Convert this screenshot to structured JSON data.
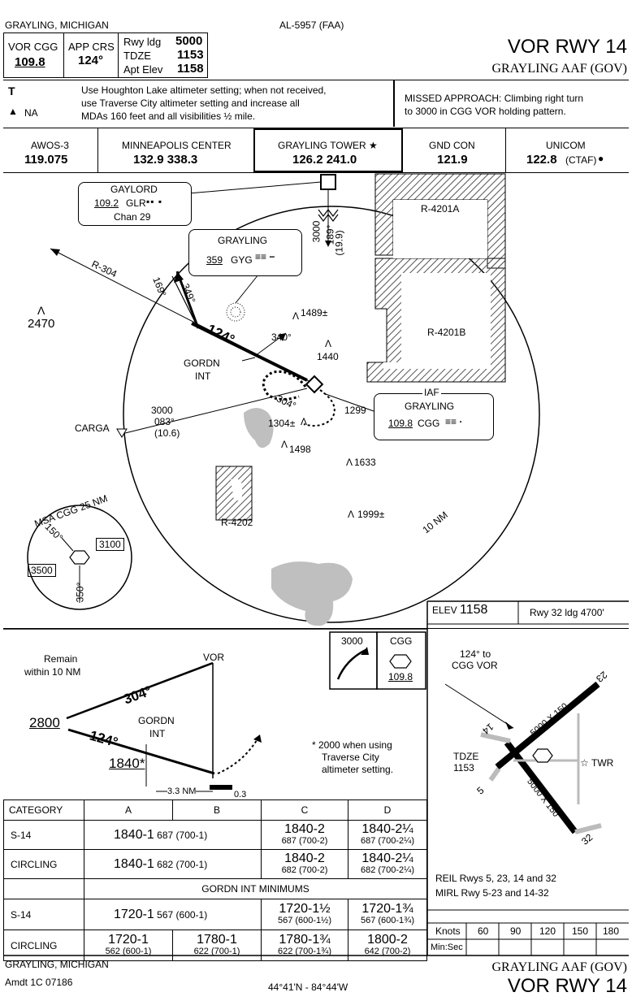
{
  "header": {
    "location_top": "GRAYLING, MICHIGAN",
    "chart_id": "AL-5957 (FAA)",
    "title": "VOR RWY 14",
    "airport": "GRAYLING AAF (GOV)",
    "vor_label": "VOR CGG",
    "vor_freq": "109.8",
    "app_crs_label": "APP CRS",
    "app_crs": "124°",
    "rwy_ldg_label": "Rwy ldg",
    "rwy_ldg": "5000",
    "tdze_label": "TDZE",
    "tdze": "1153",
    "apt_elev_label": "Apt Elev",
    "apt_elev": "1158"
  },
  "notes": {
    "takeoff_symbol": "T",
    "alt_symbol_na": "NA",
    "altimeter_note_1": "Use Houghton Lake altimeter setting; when not received,",
    "altimeter_note_2": "use Traverse City altimeter setting and increase all",
    "altimeter_note_3": "MDAs 160 feet and all visibilities ½ mile.",
    "missed_1": "MISSED APPROACH: Climbing right turn",
    "missed_2": "to 3000 in CGG VOR holding pattern."
  },
  "comms": [
    {
      "name": "AWOS-3",
      "freq": "119.075"
    },
    {
      "name": "MINNEAPOLIS CENTER",
      "freq": "132.9  338.3"
    },
    {
      "name": "GRAYLING TOWER ★",
      "freq": "126.2  241.0"
    },
    {
      "name": "GND CON",
      "freq": "121.9"
    },
    {
      "name": "UNICOM",
      "freq": "122.8",
      "extra": "(CTAF)"
    }
  ],
  "planview": {
    "gaylord_name": "GAYLORD",
    "gaylord_freq": "109.2",
    "gaylord_id": "GLR",
    "gaylord_chan": "Chan 29",
    "grayling_ndb_name": "GRAYLING",
    "grayling_ndb_freq": "359",
    "grayling_ndb_id": "GYG",
    "r304": "R-304",
    "crs_169": "169°",
    "crs_349": "349°",
    "crs_124": "124°",
    "crs_340": "340°",
    "crs_304": "304°",
    "hold_alt": "3000",
    "hold_crs": "189°",
    "hold_dist": "(19.9)",
    "gordn": "GORDN",
    "int": "INT",
    "carga": "CARGA",
    "carga_alt": "3000",
    "carga_crs": "083°",
    "carga_dist": "(10.6)",
    "obst_2470": "2470",
    "obst_1489": "1489±",
    "obst_1440": "1440",
    "obst_1304": "1304±",
    "obst_1299": "1299",
    "obst_1498": "1498",
    "obst_1633": "1633",
    "obst_1999": "1999±",
    "r4201a": "R-4201A",
    "r4201b": "R-4201B",
    "r4202": "R-4202",
    "ten_nm": "10 NM",
    "iaf": "IAF",
    "iaf_name": "GRAYLING",
    "iaf_freq": "109.8",
    "iaf_id": "CGG",
    "msa_title": "MSA CGG 25 NM",
    "msa_150": "150°",
    "msa_350": "350°",
    "msa_3100": "3100",
    "msa_3500": "3500"
  },
  "profile": {
    "remain_1": "Remain",
    "remain_2": "within 10 NM",
    "vor": "VOR",
    "crs_304": "304°",
    "alt_2800": "2800",
    "gordn": "GORDN",
    "int": "INT",
    "crs_124": "124°",
    "alt_1840": "1840*",
    "note_1": "* 2000 when using",
    "note_2": "Traverse City",
    "note_3": "altimeter setting.",
    "dist_33": "3.3 NM",
    "dist_03": "0.3",
    "ma_alt": "3000",
    "ma_fix": "CGG",
    "ma_freq": "109.8"
  },
  "minimums": {
    "headers": [
      "CATEGORY",
      "A",
      "B",
      "C",
      "D"
    ],
    "s14_label": "S-14",
    "s14_ab_main": "1840-1",
    "s14_ab_sub": "687 (700-1)",
    "s14_c_main": "1840-2",
    "s14_c_sub": "687 (700-2)",
    "s14_d_main": "1840-2¼",
    "s14_d_sub": "687 (700-2¼)",
    "circ_label": "CIRCLING",
    "circ_ab_main": "1840-1",
    "circ_ab_sub": "682 (700-1)",
    "circ_c_main": "1840-2",
    "circ_c_sub": "682 (700-2)",
    "circ_d_main": "1840-2¼",
    "circ_d_sub": "682 (700-2¼)",
    "gordn_header": "GORDN INT MINIMUMS",
    "g_s14_label": "S-14",
    "g_s14_ab_main": "1720-1",
    "g_s14_ab_sub": "567 (600-1)",
    "g_s14_c_main": "1720-1½",
    "g_s14_c_sub": "567 (600-1½)",
    "g_s14_d_main": "1720-1¾",
    "g_s14_d_sub": "567 (600-1¾)",
    "g_circ_label": "CIRCLING",
    "g_circ_a_main": "1720-1",
    "g_circ_a_sub": "562 (600-1)",
    "g_circ_b_main": "1780-1",
    "g_circ_b_sub": "622 (700-1)",
    "g_circ_c_main": "1780-1¾",
    "g_circ_c_sub": "622 (700-1¾)",
    "g_circ_d_main": "1800-2",
    "g_circ_d_sub": "642 (700-2)"
  },
  "airport": {
    "elev_label": "ELEV",
    "elev": "1158",
    "rwy_ldg": "Rwy 32 ldg 4700'",
    "crs_note_1": "124° to",
    "crs_note_2": "CGG VOR",
    "tdze_label": "TDZE",
    "tdze": "1153",
    "twr": "TWR",
    "rwy_5000_1": "5000 X 150",
    "rwy_5000_2": "5000 X 150",
    "rwy_14": "14",
    "rwy_23": "23",
    "rwy_5": "5",
    "rwy_32": "32",
    "reil": "REIL Rwys 5, 23, 14 and 32",
    "mirl": "MIRL Rwy 5-23 and 14-32",
    "knots_label": "Knots",
    "knots": [
      "60",
      "90",
      "120",
      "150",
      "180"
    ],
    "minsec_label": "Min:Sec"
  },
  "footer": {
    "location": "GRAYLING, MICHIGAN",
    "amdt": "Amdt 1C 07186",
    "coords": "44°41'N - 84°44'W",
    "airport": "GRAYLING AAF (GOV)",
    "title": "VOR RWY 14"
  },
  "colors": {
    "ink": "#000000",
    "water": "#bfbfbf",
    "restricted_hatch": "#555555"
  }
}
